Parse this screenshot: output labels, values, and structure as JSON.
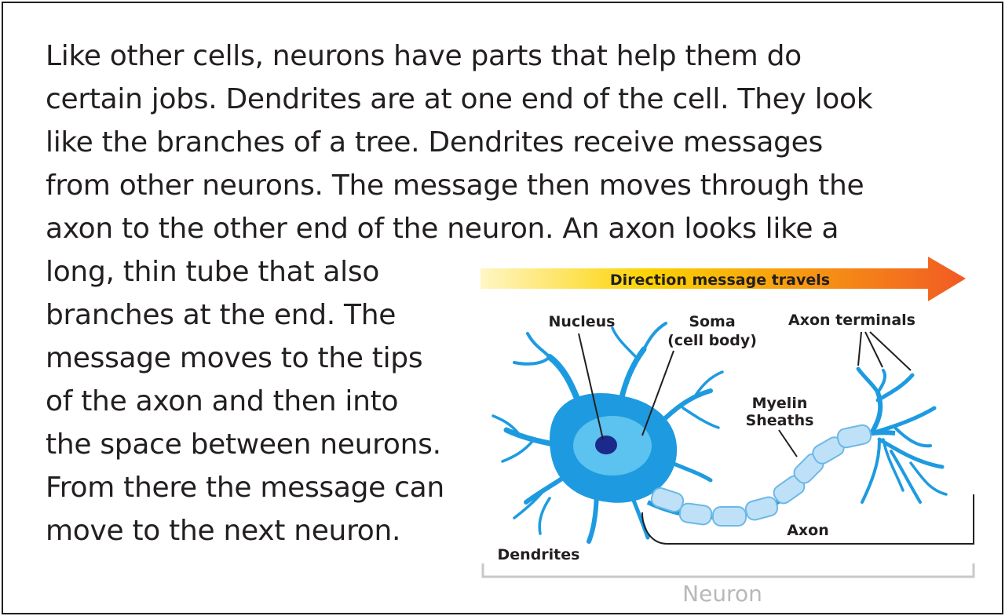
{
  "paragraph": {
    "lines": [
      "Like other cells, neurons have parts that help them do",
      "certain jobs. Dendrites are at one end of the cell. They look",
      "like the branches of a tree. Dendrites receive messages",
      "from other neurons. The message then moves through the",
      "axon to the other end of the neuron. An axon looks like a",
      "long, thin tube that also",
      "branches at the end. The",
      "message moves to the tips",
      "of the axon and then into",
      "the space between neurons.",
      "From there the message can",
      "move to the next neuron."
    ]
  },
  "diagram": {
    "arrow_label": "Direction message travels",
    "labels": {
      "nucleus": "Nucleus",
      "soma_line1": "Soma",
      "soma_line2": "(cell body)",
      "axon_terminals": "Axon terminals",
      "myelin_line1": "Myelin",
      "myelin_line2": "Sheaths",
      "axon": "Axon",
      "dendrites": "Dendrites",
      "neuron": "Neuron"
    },
    "colors": {
      "cell_blue": "#1e9be0",
      "soma_light": "#5cc2ef",
      "nucleus": "#1b2a8a",
      "myelin": "#bfe1f7",
      "arrow_start": "#fff6c4",
      "arrow_mid": "#fcd200",
      "arrow_end": "#f15a24",
      "bracket_gray": "#c8c8c8"
    }
  }
}
